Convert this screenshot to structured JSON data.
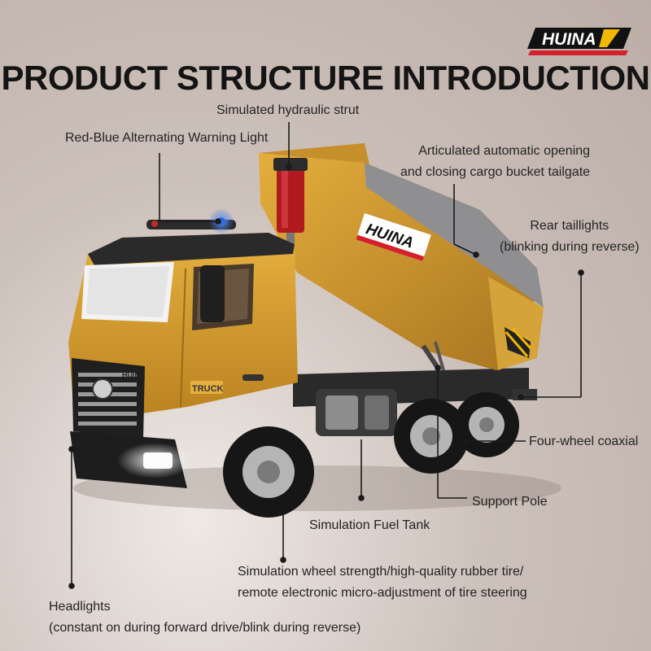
{
  "brand": {
    "name": "HUINA"
  },
  "title": "PRODUCT STRUCTURE INTRODUCTION",
  "truck": {
    "bucket_logo": "HUINA",
    "cab_logo": "HUINA",
    "door_badge": "TRUCK"
  },
  "labels": {
    "hydraulic_strut": "Simulated hydraulic strut",
    "warning_light": "Red-Blue Alternating Warning Light",
    "tailgate_line1": "Articulated automatic opening",
    "tailgate_line2": "and closing cargo bucket tailgate",
    "taillights_line1": "Rear taillights",
    "taillights_line2": "(blinking during reverse)",
    "coaxial": "Four-wheel coaxial",
    "support_pole": "Support Pole",
    "fuel_tank": "Simulation Fuel Tank",
    "tire_line1": "Simulation wheel strength/high-quality rubber tire/",
    "tire_line2": "remote electronic micro-adjustment of tire steering",
    "headlights_line1": "Headlights",
    "headlights_line2": "(constant on during forward drive/blink during reverse)"
  },
  "colors": {
    "truck_yellow": "#d9a030",
    "truck_dark": "#1d1d1d",
    "strut_red": "#b0191e",
    "brand_red": "#d4202a",
    "brand_yellow": "#f2b705",
    "light_blue": "#2c6be0"
  }
}
